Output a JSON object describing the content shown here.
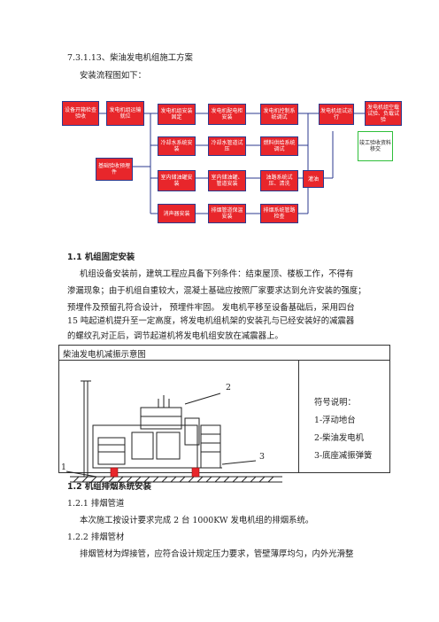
{
  "section": {
    "heading": "7.3.1.13、柴油发电机组施工方案",
    "intro": "安装流程图如下："
  },
  "flowchart": {
    "boxes": [
      {
        "id": "b1",
        "label": "设备开箱检查验收"
      },
      {
        "id": "b2",
        "label": "发电机组运输就位"
      },
      {
        "id": "b3",
        "label": "发电机组安装固定"
      },
      {
        "id": "b4",
        "label": "发电机配电柜安装"
      },
      {
        "id": "b5",
        "label": "发电机控制系统调试"
      },
      {
        "id": "b6",
        "label": "发电机组试运行"
      },
      {
        "id": "b7",
        "label": "发电机组空载试验、负载试验"
      },
      {
        "id": "b8",
        "label": "冷却水系统安装"
      },
      {
        "id": "b9",
        "label": "冷却水管道试压"
      },
      {
        "id": "b10",
        "label": "燃料供给系统调试"
      },
      {
        "id": "b11",
        "label": "基础验收预埋件"
      },
      {
        "id": "b12",
        "label": "室内储油罐安装"
      },
      {
        "id": "b13",
        "label": "室内储油罐、管道安装"
      },
      {
        "id": "b14",
        "label": "油路系统试压、清洗"
      },
      {
        "id": "b15",
        "label": "灌油"
      },
      {
        "id": "b16",
        "label": "消声器安装"
      },
      {
        "id": "b17",
        "label": "排烟管道保温安装"
      },
      {
        "id": "b18",
        "label": "排烟系统管路检查"
      },
      {
        "id": "b19",
        "label": "竣工验收资料移交"
      }
    ]
  },
  "s11": {
    "heading": "1.1 机组固定安装",
    "lines": [
      "机组设备安装前，建筑工程应具备下列条件：结束屋顶、楼板工作，不得有",
      "渗漏现象；由于机组自重较大，混凝土基础应按照厂家要求达到允许安装的强度；",
      "预埋件及预留孔符合设计， 预埋件牢固。 发电机平移至设备基础后，采用四台",
      "15 吨起道机提升至一定高度，将发电机组机架的安装孔与已经安装好的减震器",
      "的螺纹孔对正后，调节起道机将发电机组安放在减震器上。"
    ]
  },
  "table": {
    "caption": "柴油发电机减振示意图",
    "legend_title": "符号说明：",
    "legend_items": [
      "1-浮动地台",
      "2-柴油发电机",
      "3-底座减振弹簧"
    ],
    "callouts": [
      "1",
      "2",
      "3"
    ]
  },
  "s12": {
    "heading": "1.2 机组排烟系统安装",
    "sub1_heading": "1.2.1 排烟管道",
    "sub1_text": "本次施工按设计要求完成 2 台 1000KW 发电机组的排烟系统。",
    "sub2_heading": "1.2.2 排烟管材",
    "sub2_text": "排烟管材为焊接管，应符合设计规定压力要求，管壁薄厚均匀，内外光滑整"
  }
}
